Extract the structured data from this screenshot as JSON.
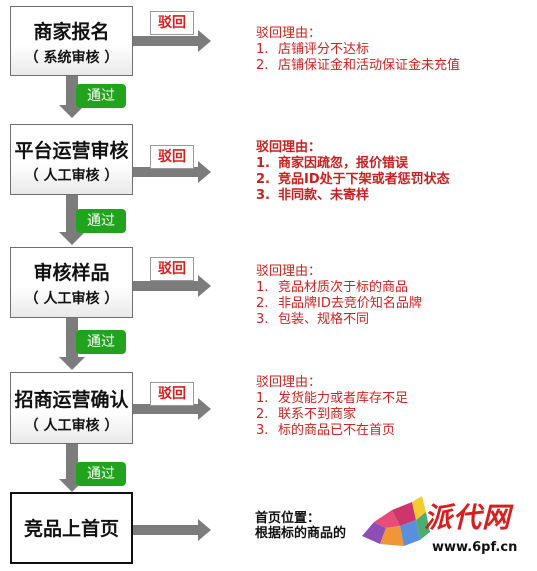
{
  "flow": {
    "stages": [
      {
        "title": "商家报名",
        "subtitle": "（ 系统审核 ）"
      },
      {
        "title": "平台运营审核",
        "subtitle": "（ 人工审核 ）"
      },
      {
        "title": "审核样品",
        "subtitle": "（ 人工审核 ）"
      },
      {
        "title": "招商运营确认",
        "subtitle": "（ 人工审核 ）"
      },
      {
        "title": "竞品上首页",
        "subtitle": ""
      }
    ],
    "reject_label": "驳回",
    "pass_label": "通过"
  },
  "reasons": [
    {
      "heading": "驳回理由：",
      "items": [
        {
          "num": "1.",
          "text": "店铺评分不达标"
        },
        {
          "num": "2.",
          "text": "店铺保证金和活动保证金未充值"
        }
      ]
    },
    {
      "heading": "驳回理由：",
      "items": [
        {
          "num": "1.",
          "text": "商家因疏忽，报价错误"
        },
        {
          "num": "2.",
          "text": "竞品ID处于下架或者惩罚状态"
        },
        {
          "num": "3.",
          "text": "非同款、未寄样"
        }
      ]
    },
    {
      "heading": "驳回理由：",
      "items": [
        {
          "num": "1.",
          "text": "竞品材质次于标的商品"
        },
        {
          "num": "2.",
          "text": "非品牌ID去竞价知名品牌"
        },
        {
          "num": "3.",
          "text": "包装、规格不同"
        }
      ]
    },
    {
      "heading": "驳回理由：",
      "items": [
        {
          "num": "1.",
          "text": "发货能力或者库存不足"
        },
        {
          "num": "2.",
          "text": "联系不到商家"
        },
        {
          "num": "3.",
          "text": "标的商品已不在首页"
        }
      ]
    }
  ],
  "final_note": {
    "line1": "首页位置：",
    "line2": "根据标的商品的"
  },
  "watermark": {
    "name": "派代网",
    "url": "www.6pf.cn"
  },
  "colors": {
    "reject": "#d81e1e",
    "pass": "#21a31d",
    "arrow": "#7c7c7c"
  }
}
